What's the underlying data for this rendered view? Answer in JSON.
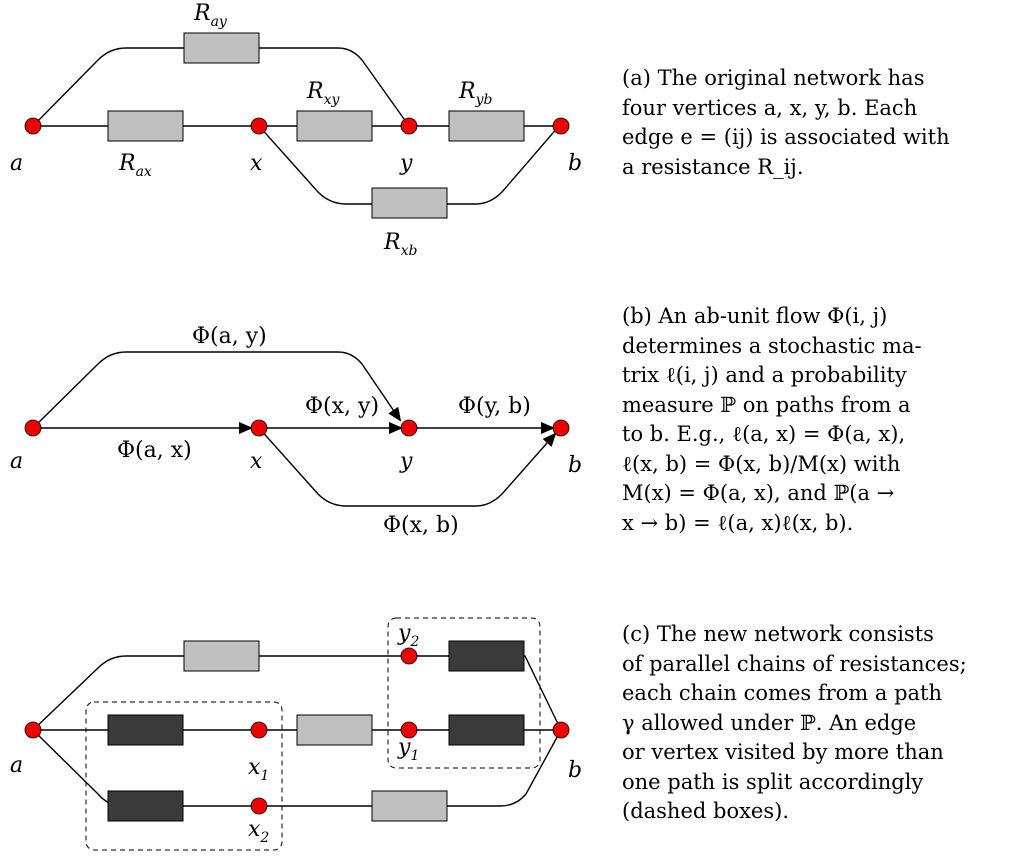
{
  "colors": {
    "node": "#ee0000",
    "resistor_light": "#c0c0c0",
    "resistor_dark": "#3a3a3a",
    "line": "#000000"
  },
  "panel_a": {
    "vertices": {
      "a": "a",
      "x": "x",
      "y": "y",
      "b": "b"
    },
    "resistances": {
      "ay": {
        "base": "R",
        "sub": "ay"
      },
      "ax": {
        "base": "R",
        "sub": "ax"
      },
      "xy": {
        "base": "R",
        "sub": "xy"
      },
      "yb": {
        "base": "R",
        "sub": "yb"
      },
      "xb": {
        "base": "R",
        "sub": "xb"
      }
    },
    "caption": [
      "(a) The original network has",
      "four vertices a, x, y, b. Each",
      "edge e = (ij) is associated with",
      "a resistance R_ij."
    ]
  },
  "panel_b": {
    "vertices": {
      "a": "a",
      "x": "x",
      "y": "y",
      "b": "b"
    },
    "flows": {
      "ay": "Φ(a, y)",
      "ax": "Φ(a, x)",
      "xy": "Φ(x, y)",
      "yb": "Φ(y, b)",
      "xb": "Φ(x, b)"
    },
    "caption": [
      "(b) An ab-unit flow Φ(i, j)",
      "determines a stochastic ma-",
      "trix ℓ(i, j) and a probability",
      "measure ℙ on paths from a",
      "to b. E.g., ℓ(a, x) = Φ(a, x),",
      "ℓ(x, b) = Φ(x, b)/M(x) with",
      "M(x) = Φ(a, x), and ℙ(a →",
      "x → b) = ℓ(a, x)ℓ(x, b)."
    ]
  },
  "panel_c": {
    "vertices": {
      "a": "a",
      "b": "b",
      "x1": {
        "base": "x",
        "sub": "1"
      },
      "x2": {
        "base": "x",
        "sub": "2"
      },
      "y1": {
        "base": "y",
        "sub": "1"
      },
      "y2": {
        "base": "y",
        "sub": "2"
      }
    },
    "caption": [
      "(c) The new network consists",
      "of parallel chains of resistances;",
      "each chain comes from a path",
      "γ allowed under ℙ. An edge",
      "or vertex visited by more than",
      "one path is split accordingly",
      "(dashed boxes)."
    ]
  }
}
